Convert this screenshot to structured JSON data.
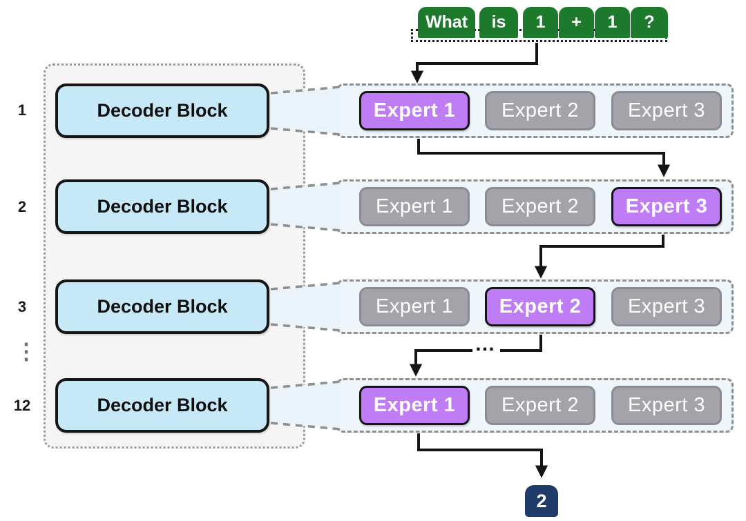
{
  "tokens": [
    "What",
    "is",
    "1",
    "+",
    "1",
    "?"
  ],
  "left_panel": {
    "ellipsis": "⋮"
  },
  "layers": [
    {
      "index": "1",
      "decoder_label": "Decoder Block",
      "experts": [
        {
          "label": "Expert 1",
          "selected": true
        },
        {
          "label": "Expert 2",
          "selected": false
        },
        {
          "label": "Expert 3",
          "selected": false
        }
      ]
    },
    {
      "index": "2",
      "decoder_label": "Decoder Block",
      "experts": [
        {
          "label": "Expert 1",
          "selected": false
        },
        {
          "label": "Expert 2",
          "selected": false
        },
        {
          "label": "Expert 3",
          "selected": true
        }
      ]
    },
    {
      "index": "3",
      "decoder_label": "Decoder Block",
      "experts": [
        {
          "label": "Expert 1",
          "selected": false
        },
        {
          "label": "Expert 2",
          "selected": true
        },
        {
          "label": "Expert 3",
          "selected": false
        }
      ]
    },
    {
      "index": "12",
      "decoder_label": "Decoder Block",
      "experts": [
        {
          "label": "Expert 1",
          "selected": true
        },
        {
          "label": "Expert 2",
          "selected": false
        },
        {
          "label": "Expert 3",
          "selected": false
        }
      ]
    }
  ],
  "flow": {
    "ellipsis": "…"
  },
  "output": {
    "label": "2"
  },
  "routing": [
    "tokens → layer 1 Expert 1",
    "layer 1 Expert 1 → layer 2 Expert 3",
    "layer 2 Expert 3 → layer 3 Expert 2",
    "layer 3 Expert 2 → … → layer 12 Expert 1",
    "layer 12 Expert 1 → output"
  ],
  "colors": {
    "token_green": "#1d7a2d",
    "selected_purple": "#be7df5",
    "expert_gray": "#a4a4a8",
    "decoder_blue": "#c6e8f7",
    "output_navy": "#1f3d68"
  }
}
